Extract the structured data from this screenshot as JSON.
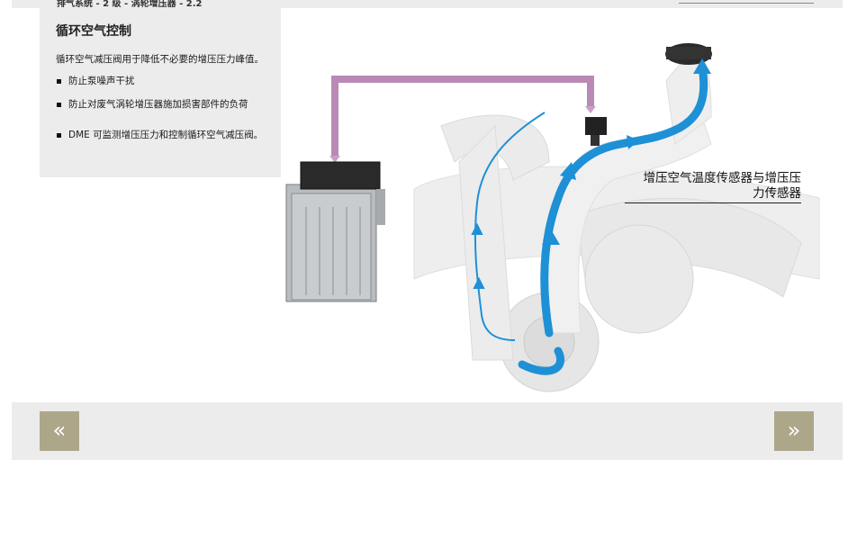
{
  "breadcrumb": "排气系统 - 2 级 - 涡轮增压器 - 2.2",
  "panel": {
    "title": "循环空气控制",
    "intro": "循环空气减压阀用于降低不必要的增压压力峰值。",
    "bullets": [
      "防止泵噪声干扰",
      "防止对废气涡轮增压器施加损害部件的负荷",
      "DME 可监测增压压力和控制循环空气减压阀。"
    ]
  },
  "diagram": {
    "callout_line1": "增压空气温度传感器与增压压",
    "callout_line2": "力传感器",
    "colors": {
      "flow_arrow": "#1e90d6",
      "signal_line": "#b98ab5",
      "part_gray": "#e4e4e4"
    }
  },
  "nav": {
    "prev_label": "«",
    "next_label": "»"
  }
}
